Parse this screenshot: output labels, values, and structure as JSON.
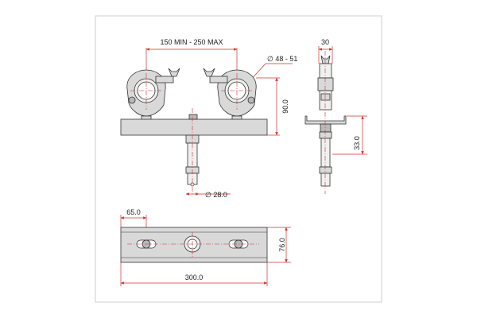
{
  "drawing": {
    "front_view": {
      "clamp_spacing_label": "150 MIN - 250 MAX",
      "tube_diameter_label": "∅ 48 - 51",
      "height_label": "90.0",
      "spigot_diameter_label": "∅ 28.0"
    },
    "side_view": {
      "width_label": "30",
      "spigot_length_label": "33.0"
    },
    "top_view": {
      "hole_offset_label": "65.0",
      "plate_width_label": "76.0",
      "plate_length_label": "300.0"
    }
  },
  "colors": {
    "dimension_line": "#d03030",
    "part_fill": "#d9d9d9",
    "outline": "#333333"
  }
}
